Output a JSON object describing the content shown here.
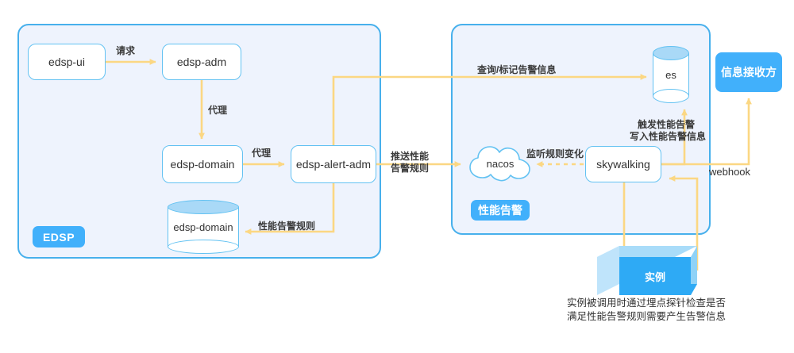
{
  "diagram": {
    "title_groups": {
      "edsp": "EDSP",
      "performance_alert": "性能告警"
    },
    "nodes": {
      "edsp_ui": "edsp-ui",
      "edsp_adm": "edsp-adm",
      "edsp_domain_service": "edsp-domain",
      "edsp_alert_adm": "edsp-alert-adm",
      "edsp_domain_db": "edsp-domain",
      "nacos": "nacos",
      "skywalking": "skywalking",
      "es": "es",
      "receiver": "信息接收方",
      "instance": "实例"
    },
    "edges": {
      "request": "请求",
      "proxy_adm_to_domain": "代理",
      "proxy_domain_to_alert": "代理",
      "perf_alert_rule": "性能告警规则",
      "push_rule_line1": "推送性能",
      "push_rule_line2": "告警规则",
      "query_mark_alert": "查询/标记告警信息",
      "listen_rule_change": "监听规则变化",
      "trigger_line1": "触发性能告警",
      "trigger_line2": "写入性能告警信息",
      "webhook": "webhook"
    },
    "caption": {
      "line1": "实例被调用时通过埋点探针检查是否",
      "line2": "满足性能告警规则需要产生告警信息"
    },
    "colors": {
      "panel_fill": "#eef3fd",
      "panel_border": "#47b0ec",
      "node_border": "#63c2f2",
      "accent_blue": "#41b0fb",
      "wire": "#fbd783",
      "cylinder_top": "#a9d9f7",
      "cube_front": "#2eaaf5",
      "cube_top": "#a9dcf9"
    }
  }
}
